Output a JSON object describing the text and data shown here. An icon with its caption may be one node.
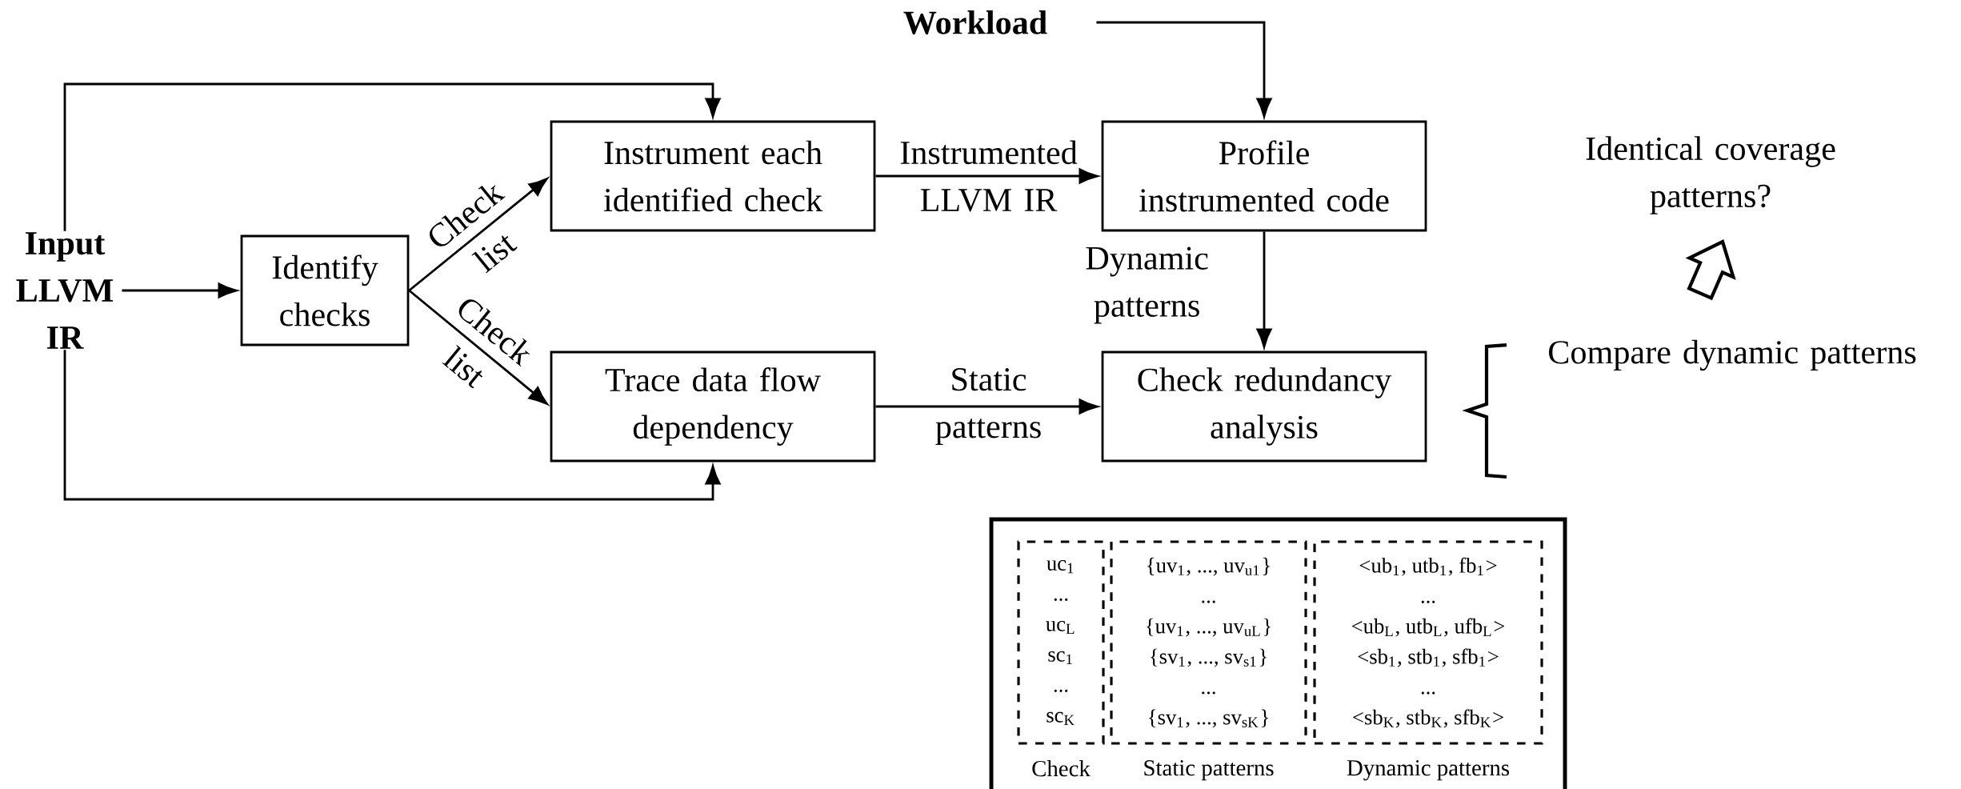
{
  "diagram": {
    "nodes": [
      {
        "text": [
          "Input LLVM IR"
        ]
      },
      {
        "text": [
          "Workload"
        ]
      },
      {
        "text": [
          "Identify checks"
        ]
      },
      {
        "text": [
          "Instrument each identified check"
        ]
      },
      {
        "text": [
          "Profile instrumented code"
        ]
      },
      {
        "text": [
          "Trace data flow dependency"
        ]
      },
      {
        "text": [
          "Check redundancy analysis"
        ]
      },
      {
        "text": [
          "Identical coverage patterns?"
        ]
      },
      {
        "text": [
          "Compare dynamic patterns"
        ]
      },
      {
        "text": [],
        "shape": "box"
      },
      {
        "text": [
          "uc$_{1}$",
          "...",
          "uc$_{L}$",
          "sc$_{1}$",
          "...",
          "sc$_{K}$",
          "Check"
        ],
        "in": 9
      },
      {
        "text": [
          "{uv$_{1}$, ..., uv$_{u1}$}",
          "...",
          "{uv$_{1}$, ..., uv$_{uL}$}",
          "{sv$_{1}$, ..., sv$_{s1}$}",
          "...",
          "{sv$_{1}$, ..., sv$_{sK}$}",
          "Static patterns"
        ],
        "in": 9
      },
      {
        "text": [
          "<ub$_{1}$, utb$_{1}$, fb$_{1}$>",
          "...",
          "<ub$_{L}$, utb$_{L}$, ufb$_{L}$>",
          "<sb$_{1}$, stb$_{1}$, sfb$_{1}$>",
          "...",
          "<sb$_{K}$, stb$_{K}$, sfb$_{K}$>",
          "Dynamic patterns"
        ],
        "in": 9
      }
    ],
    "edges": [
      {
        "from": 0,
        "to": 2,
        "arrow": "to"
      },
      {
        "from": 2,
        "to": 3,
        "arrow": "to",
        "label": "Check list"
      },
      {
        "from": 2,
        "to": 5,
        "arrow": "to",
        "label": "Check list"
      },
      {
        "from": 0,
        "to": 3,
        "arrow": "to"
      },
      {
        "from": 0,
        "to": 5,
        "arrow": "to"
      },
      {
        "from": 3,
        "to": 4,
        "arrow": "to",
        "label": "Instrumented LLVM IR"
      },
      {
        "from": 5,
        "to": 6,
        "arrow": "to",
        "label": "Static patterns"
      },
      {
        "from": 4,
        "to": 6,
        "arrow": "to",
        "label": "Dynamic patterns"
      },
      {
        "from": 1,
        "to": 4,
        "arrow": "to"
      },
      {
        "from": 8,
        "to": 7,
        "arrow": "to",
        "style": "thick"
      }
    ]
  }
}
